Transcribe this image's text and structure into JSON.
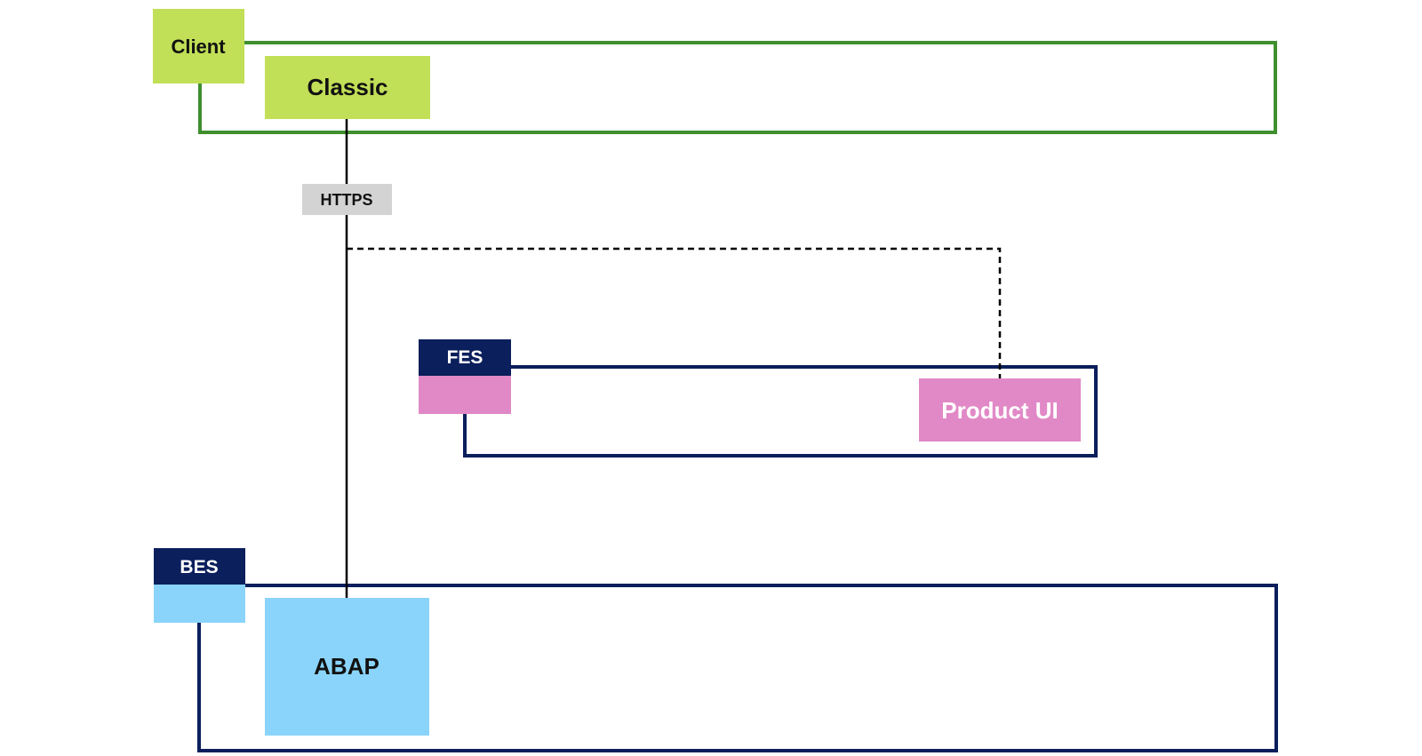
{
  "client": {
    "label": "Client",
    "color": "#c1df57",
    "border": "#3f8f2f"
  },
  "classic": {
    "label": "Classic",
    "color": "#c1df57"
  },
  "protocol": {
    "label": "HTTPS",
    "color": "#d3d3d3"
  },
  "fes": {
    "label": "FES",
    "header_color": "#0b1f5c",
    "sub_color": "#e189c6"
  },
  "product_ui": {
    "label": "Product UI",
    "color": "#e189c6"
  },
  "bes": {
    "label": "BES",
    "header_color": "#0b1f5c",
    "sub_color": "#8ad4fb"
  },
  "abap": {
    "label": "ABAP",
    "color": "#8ad4fb"
  },
  "container_border": "#0b1f5c"
}
